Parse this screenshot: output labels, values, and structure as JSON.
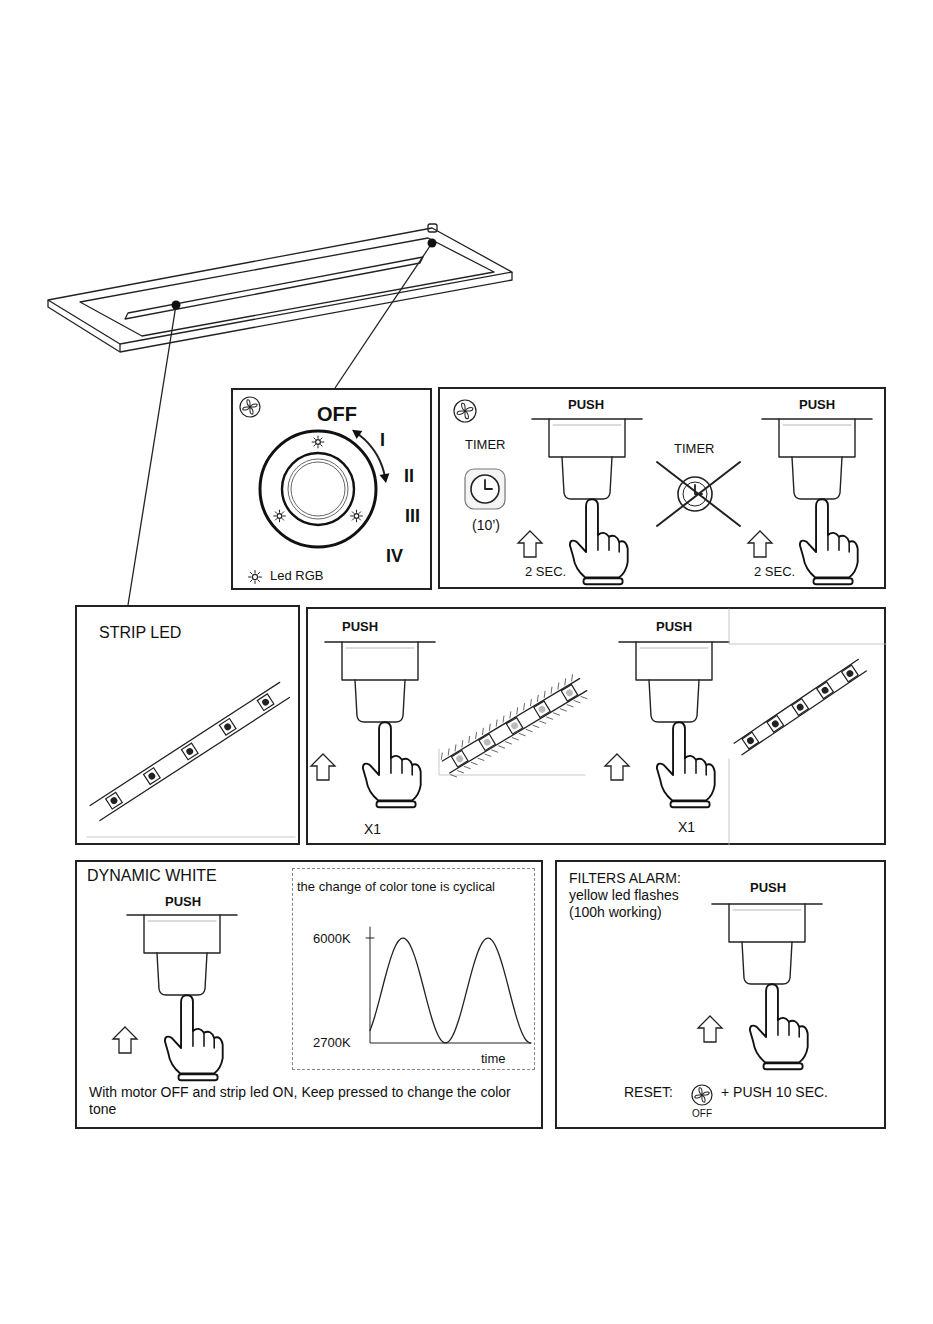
{
  "diagram": {
    "nodes": [
      {
        "text": [
          "OFF",
          "I",
          "II",
          "III",
          "IV",
          "Led RGB"
        ]
      },
      {
        "text": [
          "TIMER",
          "(10’)",
          "PUSH",
          "2 SEC.",
          "TIMER",
          "PUSH",
          "2 SEC."
        ]
      },
      {
        "text": [
          "STRIP LED"
        ]
      },
      {
        "text": [
          "PUSH",
          "X1",
          "PUSH",
          "X1"
        ]
      },
      {
        "text": [
          "DYNAMIC WHITE",
          "PUSH",
          "With motor OFF and strip led ON, Keep pressed to change the color tone"
        ]
      },
      {
        "text": [
          "the change of color tone is cyclical",
          "6000K",
          "2700K",
          "time"
        ],
        "in": 4
      },
      {
        "text": [
          "FILTERS ALARM: yellow led flashes (100h working)",
          "PUSH",
          "RESET:",
          "OFF",
          "+ PUSH 10 SEC."
        ]
      }
    ]
  }
}
